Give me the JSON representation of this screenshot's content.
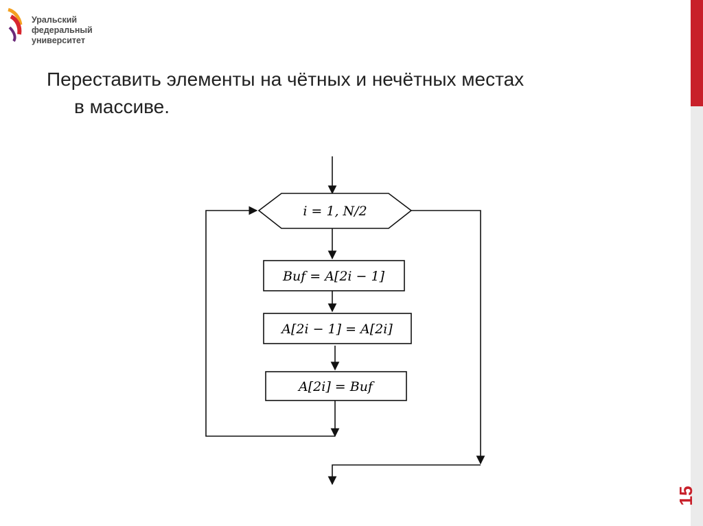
{
  "logo": {
    "lines": [
      "Уральский",
      "федеральный",
      "университет"
    ],
    "colors": {
      "orange": "#f4a020",
      "red": "#d7262f",
      "purple": "#6b2a7a"
    }
  },
  "slide": {
    "title_line1": "Переставить элементы на чётных и нечётных местах",
    "title_line2": "в массиве.",
    "page_number": "15"
  },
  "flowchart": {
    "loop": {
      "label": "i = 1, N/2"
    },
    "steps": [
      {
        "label": "Buf = A[2i − 1]"
      },
      {
        "label": "A[2i − 1] = A[2i]"
      },
      {
        "label": "A[2i] = Buf"
      }
    ]
  },
  "colors": {
    "accent": "#c8202a",
    "sidebar": "#ebebeb",
    "lines": "#111111"
  }
}
